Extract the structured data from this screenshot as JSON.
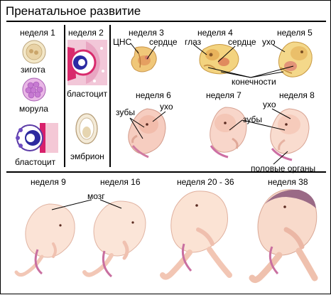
{
  "title": "Пренатальное развитие",
  "weeks": {
    "w1": "неделя 1",
    "w2": "неделя 2",
    "w3": "неделя 3",
    "w4": "неделя 4",
    "w5": "неделя 5",
    "w6": "неделя 6",
    "w7": "неделя 7",
    "w8": "неделя 8",
    "w9": "неделя 9",
    "w16": "неделя 16",
    "w20_36": "неделя 20 - 36",
    "w38": "неделя 38"
  },
  "labels": {
    "zygote": "зигота",
    "morula": "морула",
    "blastocyst_w1": "бластоцит",
    "blastocyst_w2": "бластоцит",
    "embryo": "эмбрион",
    "cns": "ЦНС",
    "heart_w3": "сердце",
    "eye": "глаз",
    "heart_w4": "сердце",
    "ear_w5": "ухо",
    "limbs": "конечности",
    "teeth_w6": "зубы",
    "ear_w6": "ухо",
    "teeth_w7": "зубы",
    "ear_w8": "ухо",
    "genitals": "половые органы",
    "brain": "мозг"
  }
}
